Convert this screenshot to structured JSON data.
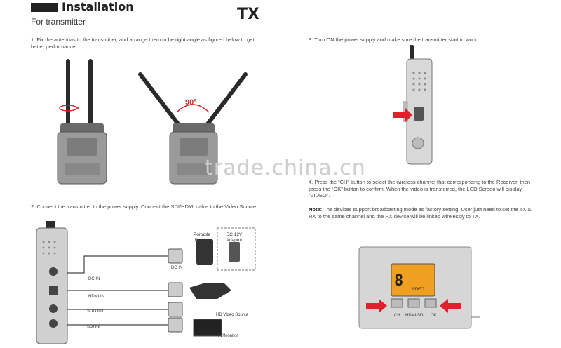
{
  "header": {
    "title": "Installation",
    "subtitle": "For transmitter",
    "device_code": "TX"
  },
  "steps": {
    "step1": "1. Fix the antennas to the transmitter, and arrange them to be right angle as figured below to get better performance.",
    "step2": "2. Connect the transmitter to the power supply. Connect the SDI/HDMI cable to the Video Source.",
    "step3": "3. Turn ON the power supply and make sure the transmitter start to work.",
    "step4": "4. Press the “CH” button to select the wireless channel that corresponding to the Receiver, then press the “OK” button to confirm. When the video is transferred, the LCD Screen will display “VIDEO”.",
    "note_label": "Note:",
    "note_text": "The devices support broadcasting mode as factory setting. User just need to set the TX & RX to the same channel and the RX device will be linked wirelessly to TX."
  },
  "figure": {
    "angle_label": "90°",
    "watermark": "trade.china.cn"
  },
  "connection_diagram": {
    "portable_battery": "Portable Battery",
    "dc_adaptor": "DC 12V Adaptor",
    "dc_in": "DC IN",
    "hdmi_in": "HDMI IN",
    "sdi_out": "SDI OUT",
    "sdi_in": "SDI IN",
    "hd_video_source": "HD Video Source",
    "tv_monitor": "TV/Monitor",
    "small_dcin": "DC IN"
  },
  "lcd_panel": {
    "channel_display": "8",
    "status_text": "VIDEO",
    "ch_button": "CH",
    "mode_button": "HDMI/SDI",
    "ok_button": "OK"
  },
  "colors": {
    "accent_red": "#e0202a",
    "lcd_orange": "#f0a020",
    "device_gray": "#8a8a8a"
  }
}
